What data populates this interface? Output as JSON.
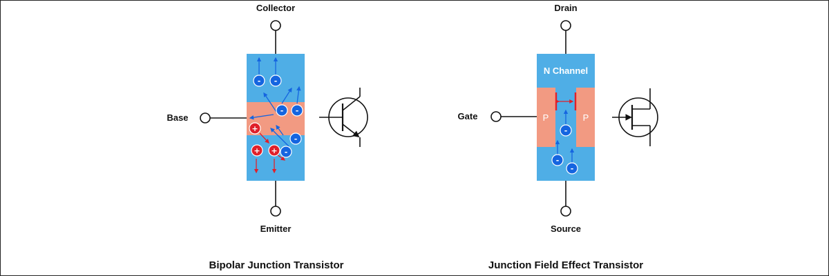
{
  "colors": {
    "n_region": "#4faee6",
    "p_region": "#f29a82",
    "electron": "#1565e0",
    "hole": "#e0202a",
    "wire": "#111111",
    "border": "#222222"
  },
  "bjt": {
    "collector_label": "Collector",
    "base_label": "Base",
    "emitter_label": "Emitter",
    "caption": "Bipolar Junction Transistor",
    "electron_sign": "-",
    "hole_sign": "+",
    "symbol_icon": "npn-transistor-symbol-icon"
  },
  "jfet": {
    "drain_label": "Drain",
    "gate_label": "Gate",
    "source_label": "Source",
    "channel_label": "N Channel",
    "p_left_label": "P",
    "p_right_label": "P",
    "caption": "Junction Field Effect Transistor",
    "electron_sign": "-",
    "symbol_icon": "n-channel-jfet-symbol-icon"
  }
}
